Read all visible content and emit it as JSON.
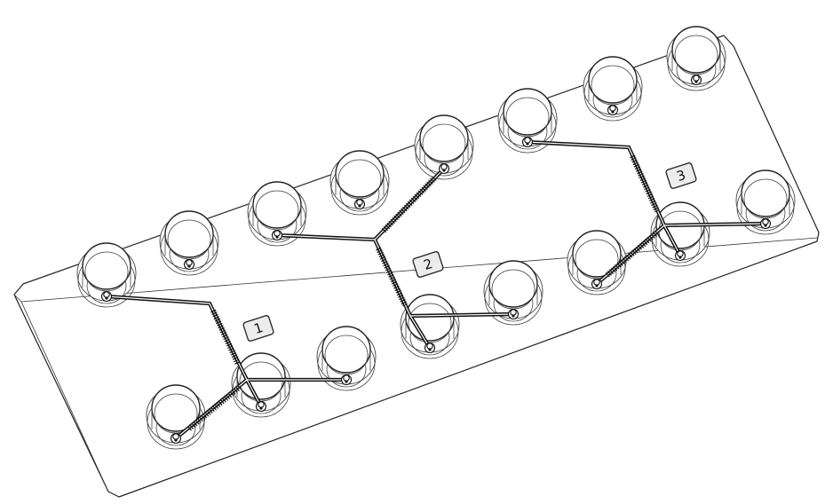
{
  "diagram": {
    "chip_labels": [
      "1",
      "2",
      "3"
    ]
  }
}
